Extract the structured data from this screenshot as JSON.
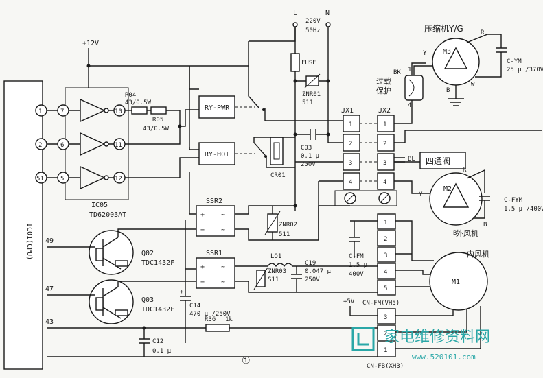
{
  "diagram": {
    "figure_number": "①",
    "mcu": {
      "label": "IC01(CPU)",
      "pins": [
        "1",
        "2",
        "51",
        "49",
        "47",
        "43"
      ]
    },
    "driver_ic": {
      "label": "IC05",
      "part": "TD62003AT",
      "in_pins": [
        "7",
        "6",
        "5"
      ],
      "out_pins": [
        "10",
        "11",
        "12"
      ]
    },
    "supply": {
      "v12": "+12V",
      "v5": "+5V"
    },
    "mains": {
      "l": "L",
      "n": "N",
      "voltage": "220V",
      "freq": "50Hz",
      "fuse": "FUSE"
    },
    "resistors": {
      "r04": {
        "name": "R04",
        "value": "43/0.5W"
      },
      "r05": {
        "name": "R05",
        "value": "43/0.5W"
      },
      "r36": {
        "name": "R36",
        "value": "1k"
      }
    },
    "relays": {
      "pwr": "RY-PWR",
      "hot": "RY-HOT"
    },
    "varistors": {
      "znr01": {
        "name": "ZNR01",
        "value": "511"
      },
      "znr02": {
        "name": "ZNR02",
        "value": "511"
      },
      "znr03": {
        "name": "ZNR03",
        "value": "S11"
      }
    },
    "capacitors": {
      "c03": {
        "name": "C03",
        "value": "0.1 μ",
        "voltage": "250V"
      },
      "c19": {
        "name": "C19",
        "value": "0.047 μ",
        "voltage": "250V"
      },
      "c14": {
        "name": "C14",
        "value": "470 μ /250V"
      },
      "c12": {
        "name": "C12",
        "value": "0.1 μ"
      },
      "cfm": {
        "name": "C-FM",
        "value": "1.5 μ",
        "voltage": "400V"
      },
      "cym": {
        "name": "C-YM",
        "value": "25 μ /370V"
      },
      "cfym": {
        "name": "C-FYM",
        "value": "1.5 μ /400V"
      }
    },
    "cr01": "CR01",
    "lo1": "LO1",
    "ssr": {
      "ssr1": "SSR1",
      "ssr2": "SSR2",
      "plus": "+",
      "minus": "−",
      "ac": "~"
    },
    "transistors": {
      "q02": {
        "name": "Q02",
        "part": "TDC1432F"
      },
      "q03": {
        "name": "Q03",
        "part": "TDC1432F"
      }
    },
    "connectors": {
      "jx1": "JX1",
      "jx2": "JX2",
      "pins": [
        "1",
        "2",
        "3",
        "4"
      ],
      "cnfm": "CN-FM(VH5)",
      "cnfm_pins": [
        "1",
        "2",
        "3",
        "4",
        "5"
      ],
      "cnfb": "CN-FB(XH3)",
      "cnfb_pins": [
        "3",
        "2",
        "1"
      ]
    },
    "compressor": {
      "title": "压缩机Y/G",
      "motor": "M3",
      "r": "R",
      "y": "Y",
      "b": "B",
      "w": "W",
      "protector": "过载\n保护",
      "bk": "BK",
      "p1": "1",
      "p4": "4"
    },
    "outdoor_fan": {
      "title": "外风机",
      "motor": "M2",
      "r": "R",
      "y": "Y",
      "b": "B"
    },
    "indoor_fan": {
      "title": "内风机",
      "motor": "M1"
    },
    "valve": {
      "label": "四通阀",
      "bl": "BL"
    },
    "watermark": {
      "brand": "家电维修资料网",
      "url": "www.520101.com"
    }
  }
}
